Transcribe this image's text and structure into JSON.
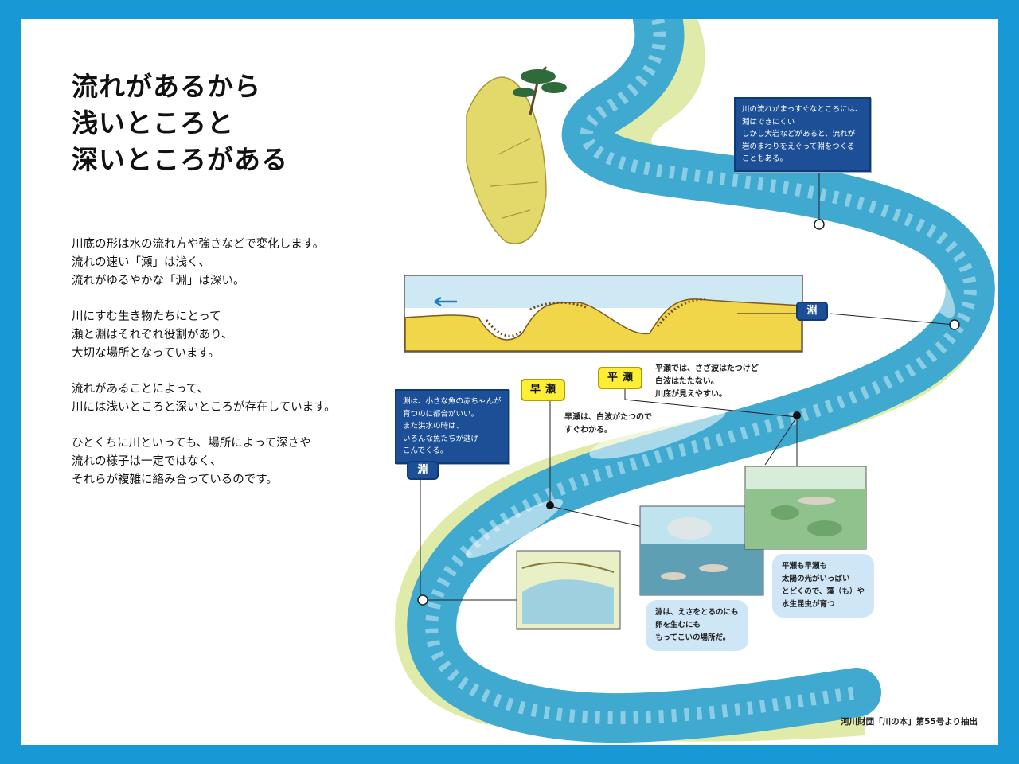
{
  "title": "流れがあるから\n浅いところと\n深いところがある",
  "paragraphs": [
    "川底の形は水の流れ方や強さなどで変化します。\n流れの速い「瀬」は浅く、\n流れがゆるやかな「淵」は深い。",
    "川にすむ生き物たちにとって\n瀬と淵はそれぞれ役割があり、\n大切な場所となっています。",
    "流れがあることによって、\n川には浅いところと深いところが存在しています。",
    "ひとくちに川といっても、場所によって深さや\n流れの様子は一定ではなく、\nそれらが複雑に絡み合っているのです。"
  ],
  "notes": {
    "straight": "川の流れがまっすぐなところには、\n淵はできにくい\nしかし大岩などがあると、流れが\n岩のまわりをえぐって淵をつくる\nこともある。",
    "fuchi_refuge": "淵は、小さな魚の赤ちゃんが\n育つのに都合がいい。\nまた洪水の時は、\nいろんな魚たちが逃げ\nこんでくる。"
  },
  "labels": {
    "fuchi": "淵",
    "hayase": "早瀬",
    "hirase": "平瀬"
  },
  "captions": {
    "hirase": "平瀬では、さざ波はたつけど\n白波はたたない。\n川底が見えやすい。",
    "hayase": "早瀬は、白波がたつので\nすぐわかる。",
    "light": "平瀬も早瀬も\n太陽の光がいっぱい\nとどくので、藻（も）や\n水生昆虫が育つ",
    "fuchi_food": "淵は、えさをとるのにも\n卵を生むにも\nもってこいの場所だ。"
  },
  "credit": "河川財団「川の本」第55号より抽出",
  "colors": {
    "frame": "#1899d6",
    "river": "#3fa9cf",
    "river_light": "#9fd6ea",
    "bank": "#e6df60",
    "note_bg": "#1d4f97",
    "tag_yellow": "#ffee33",
    "bubble": "#cfe6f7"
  }
}
